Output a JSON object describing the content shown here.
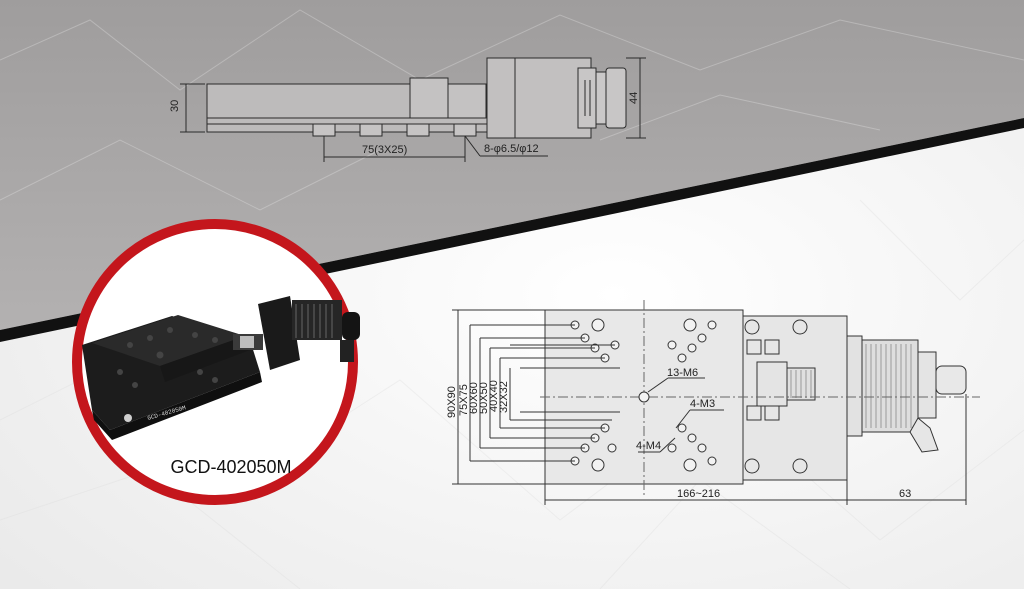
{
  "product": {
    "model": "GCD-402050M",
    "engraved_label": "GCD-402050M"
  },
  "side_view": {
    "height_label": "30",
    "motor_height_label": "44",
    "pitch_label": "75(3X25)",
    "holes_label": "8-φ6.5/φ12"
  },
  "top_view": {
    "dimensions": {
      "d90": "90X90",
      "d75": "75X75",
      "d60": "60X60",
      "d50": "50X50",
      "d40": "40X40",
      "d32": "32X32"
    },
    "callouts": {
      "m6": "13-M6",
      "m3": "4-M3",
      "m4": "4-M4"
    },
    "travel_label": "166~216",
    "motor_length_label": "63"
  },
  "colors": {
    "banner_gray": "#a3a1a1",
    "divider_black": "#111111",
    "ring_red": "#c4161c",
    "line": "#333333"
  }
}
